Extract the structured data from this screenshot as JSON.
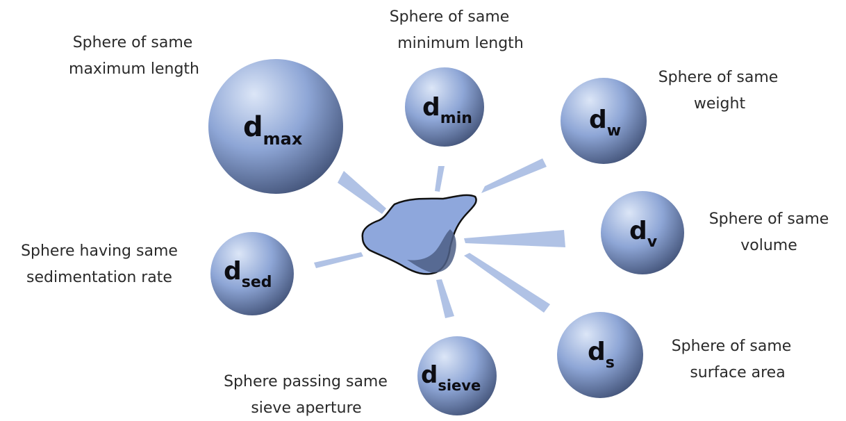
{
  "colors": {
    "sphere_highlight": "#dce6f7",
    "sphere_mid": "#8ea6d6",
    "sphere_shadow": "#3f4f74",
    "particle_fill": "#8ea7dc",
    "particle_shadow": "#4d5f86",
    "particle_outline": "#111111",
    "ray_color": "#6f8fd0"
  },
  "spheres": [
    {
      "id": "max",
      "symbol": "d",
      "subscript": "max",
      "label_lines": [
        "Sphere of same",
        "maximum length"
      ]
    },
    {
      "id": "min",
      "symbol": "d",
      "subscript": "min",
      "label_lines": [
        "Sphere of same",
        "minimum length"
      ]
    },
    {
      "id": "w",
      "symbol": "d",
      "subscript": "w",
      "label_lines": [
        "Sphere of same",
        "weight"
      ]
    },
    {
      "id": "v",
      "symbol": "d",
      "subscript": "v",
      "label_lines": [
        "Sphere of same",
        "volume"
      ]
    },
    {
      "id": "s",
      "symbol": "d",
      "subscript": "s",
      "label_lines": [
        "Sphere of same",
        "surface area"
      ]
    },
    {
      "id": "sieve",
      "symbol": "d",
      "subscript": "sieve",
      "label_lines": [
        "Sphere passing same",
        "sieve aperture"
      ]
    },
    {
      "id": "sed",
      "symbol": "d",
      "subscript": "sed",
      "label_lines": [
        "Sphere having same",
        "sedimentation rate"
      ]
    }
  ]
}
